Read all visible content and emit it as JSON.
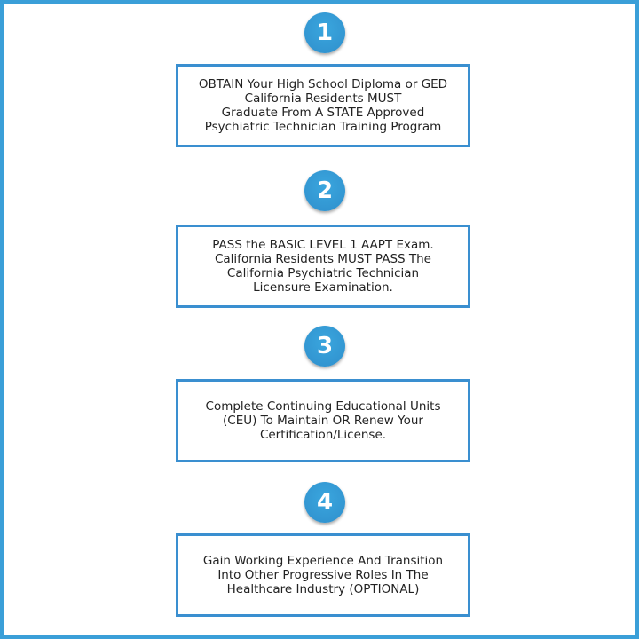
{
  "steps": [
    {
      "number": "1",
      "lines": [
        "OBTAIN Your High School Diploma or GED",
        "California Residents MUST",
        "Graduate From A STATE Approved",
        "Psychiatric Technician Training Program"
      ]
    },
    {
      "number": "2",
      "lines": [
        "PASS the BASIC LEVEL 1 AAPT Exam.",
        "California Residents MUST PASS The",
        "California Psychiatric Technician",
        "Licensure Examination."
      ]
    },
    {
      "number": "3",
      "lines": [
        "Complete Continuing Educational Units",
        "(CEU) To Maintain OR Renew Your",
        "Certification/License."
      ]
    },
    {
      "number": "4",
      "lines": [
        "Gain Working Experience And Transition",
        "Into Other Progressive Roles In The",
        "Healthcare Industry (OPTIONAL)"
      ]
    }
  ],
  "colors": {
    "accent": "#3a9fd8",
    "text": "#222222"
  }
}
